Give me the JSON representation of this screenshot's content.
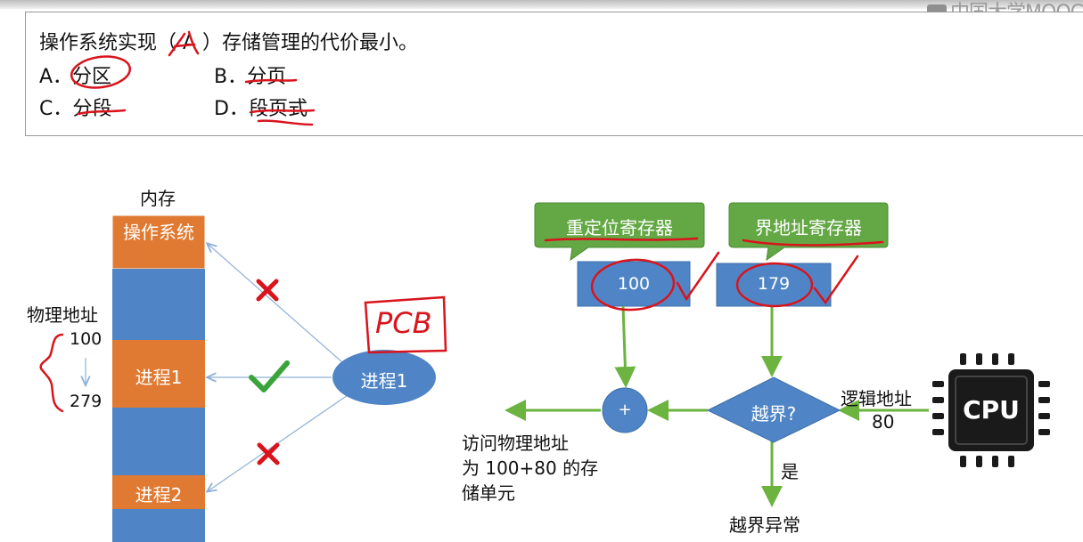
{
  "watermark": "中国大学MOOC",
  "question": {
    "stem": "操作系统实现（ A ）存储管理的代价最小。",
    "options": [
      {
        "key": "A",
        "text": "A．分区"
      },
      {
        "key": "B",
        "text": "B．分页"
      },
      {
        "key": "C",
        "text": "C．分段"
      },
      {
        "key": "D",
        "text": "D．段页式"
      }
    ]
  },
  "memory": {
    "title": "内存",
    "os_label": "操作系统",
    "process1_label": "进程1",
    "process2_label": "进程2",
    "physical_address_label": "物理地址",
    "start_address": "100",
    "end_address": "279"
  },
  "pcb": {
    "annotation": "PCB",
    "process_label": "进程1"
  },
  "registers": {
    "relocation_label": "重定位寄存器",
    "relocation_value": "100",
    "limit_label": "界地址寄存器",
    "limit_value": "179"
  },
  "flow": {
    "adder_label": "+",
    "check_label": "越界?",
    "logical_address_label": "逻辑地址",
    "logical_address_value": "80",
    "cpu_label": "CPU",
    "yes_label": "是",
    "exception_label": "越界异常",
    "access_line1": "访问物理地址",
    "access_line2": "为 100+80 的存",
    "access_line3": "储单元"
  },
  "colors": {
    "os_block": "#e07a32",
    "free_block": "#4f85c6",
    "process_block": "#e07a32",
    "register_box": "#4f85c6",
    "callout": "#63a844",
    "arrow_green": "#6cb33f",
    "pen_red": "#d9141c",
    "cpu": "#1a1a1a"
  }
}
